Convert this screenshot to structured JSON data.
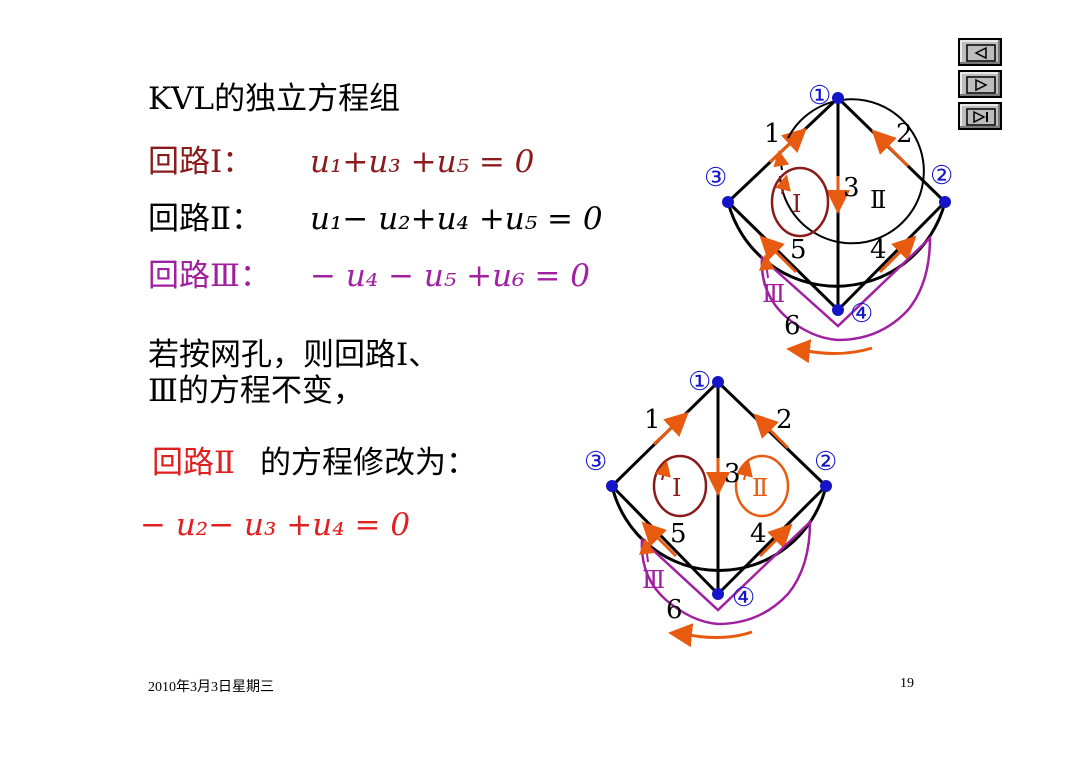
{
  "heading": "KVL的独立方程组",
  "loop1": {
    "label": "回路Ⅰ：",
    "equation": "u₁+u₃ +u₅ = 0"
  },
  "loop2": {
    "label": "回路Ⅱ：",
    "equation": "u₁− u₂+u₄ +u₅ = 0"
  },
  "loop3": {
    "label": "回路Ⅲ：",
    "equation": "− u₄ − u₅ +u₆ = 0"
  },
  "mesh_note": {
    "line1": "若按网孔，则回路Ⅰ、",
    "line2": "Ⅲ的方程不变，"
  },
  "modified": {
    "label": "回路Ⅱ",
    "text": "的方程修改为：",
    "equation": "− u₂− u₃ +u₄ = 0"
  },
  "footer": {
    "date": "2010年3月3日星期三",
    "page": "19"
  },
  "nav": {
    "prev_icon": "prev-arrow-icon",
    "next_icon": "next-arrow-icon",
    "last_icon": "last-page-icon"
  },
  "diagram_top": {
    "nodes": [
      "①",
      "②",
      "③",
      "④"
    ],
    "branches": [
      "1",
      "2",
      "3",
      "4",
      "5",
      "6"
    ],
    "loops": [
      "Ⅰ",
      "Ⅱ",
      "Ⅲ"
    ]
  },
  "diagram_bottom": {
    "nodes": [
      "①",
      "②",
      "③",
      "④"
    ],
    "branches": [
      "1",
      "2",
      "3",
      "4",
      "5",
      "6"
    ],
    "loops": [
      "Ⅰ",
      "Ⅱ",
      "Ⅲ"
    ]
  },
  "colors": {
    "dark_red": "#8b1a1a",
    "purple": "#a020a0",
    "red": "#e02020",
    "orange": "#e85a10",
    "node_blue": "#1414c8"
  }
}
